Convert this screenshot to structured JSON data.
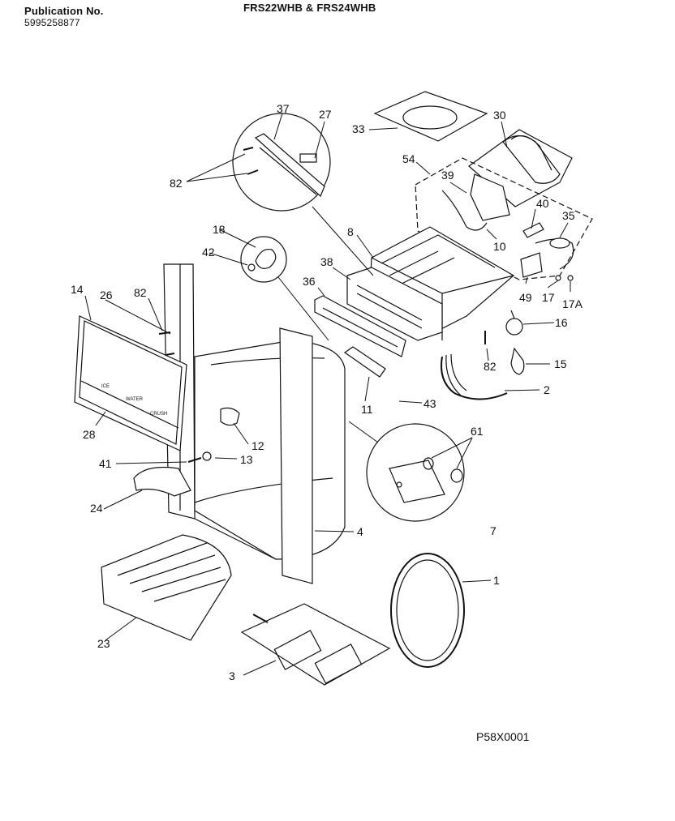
{
  "header": {
    "publication_label": "Publication No.",
    "publication_number": "5995258877",
    "models": "FRS22WHB & FRS24WHB"
  },
  "figure_code": "P58X0001",
  "callouts": {
    "c37": "37",
    "c27": "27",
    "c82a": "82",
    "c33": "33",
    "c30": "30",
    "c54": "54",
    "c39": "39",
    "c40": "40",
    "c35": "35",
    "c10": "10",
    "c18": "18",
    "c42": "42",
    "c8": "8",
    "c38": "38",
    "c36": "36",
    "c49": "49",
    "c17": "17",
    "c17a": "17A",
    "c16": "16",
    "c14": "14",
    "c26": "26",
    "c82b": "82",
    "c82c": "82",
    "c15": "15",
    "c2": "2",
    "c43": "43",
    "c11": "11",
    "c28": "28",
    "c12": "12",
    "c61": "61",
    "c41": "41",
    "c13": "13",
    "c24": "24",
    "c7": "7",
    "c4": "4",
    "c1": "1",
    "c23": "23",
    "c3": "3"
  },
  "panel_labels": {
    "label_ice": "ICE",
    "label_water": "WATER",
    "label_crushed": "CRUSH"
  }
}
